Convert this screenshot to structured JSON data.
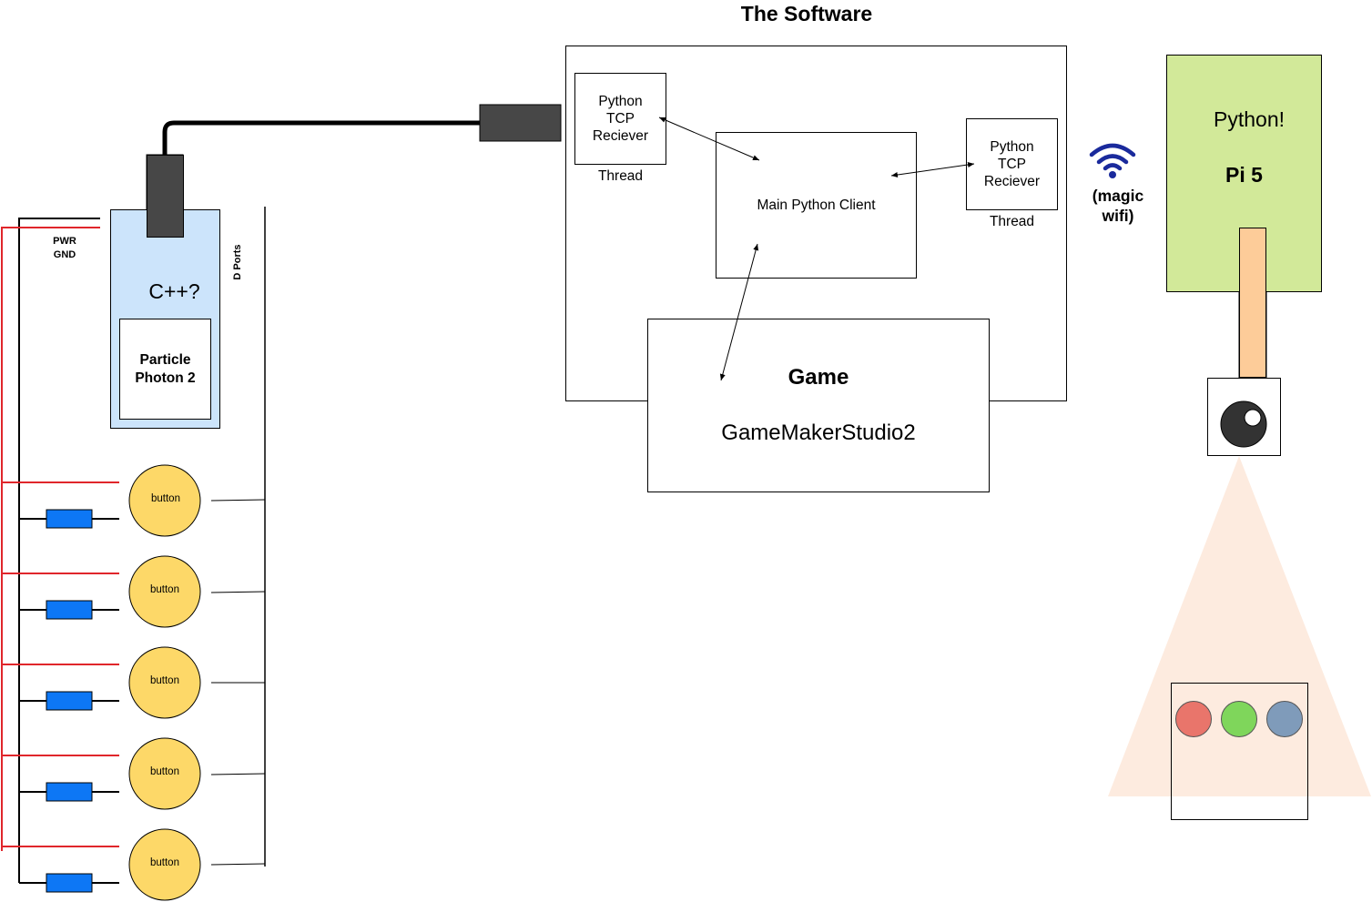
{
  "title": "The Software",
  "software": {
    "tcp_left": {
      "lines": [
        "Python",
        "TCP",
        "Reciever"
      ],
      "caption": "Thread"
    },
    "tcp_right": {
      "lines": [
        "Python",
        "TCP",
        "Reciever"
      ],
      "caption": "Thread"
    },
    "main_client": "Main Python Client",
    "game": {
      "title": "Game",
      "engine": "GameMakerStudio2"
    }
  },
  "wifi": {
    "label_line1": "(magic",
    "label_line2": "wifi)",
    "icon": "wifi-icon",
    "color": "#1a2a9c"
  },
  "pi": {
    "line1": "Python!",
    "line2": "Pi 5",
    "color": "#d2e999"
  },
  "hardware": {
    "pwr_label": "PWR",
    "gnd_label": "GND",
    "ports_label": "D Ports",
    "board_lang": "C++?",
    "board_name_line1": "Particle",
    "board_name_line2": "Photon 2",
    "board_color": "#cce4fb",
    "buttons": [
      "button",
      "button",
      "button",
      "button",
      "button"
    ],
    "button_color": "#fdd868",
    "resistor_color": "#0d77f5",
    "power_wire_color": "#e0262b"
  },
  "display": {
    "projection_color": "#fdebdf",
    "camera_arm_color": "#fdcc99",
    "dots": [
      {
        "name": "red-dot",
        "color": "#e9756b"
      },
      {
        "name": "green-dot",
        "color": "#7fd65b"
      },
      {
        "name": "blue-dot",
        "color": "#7f9bba"
      }
    ]
  }
}
